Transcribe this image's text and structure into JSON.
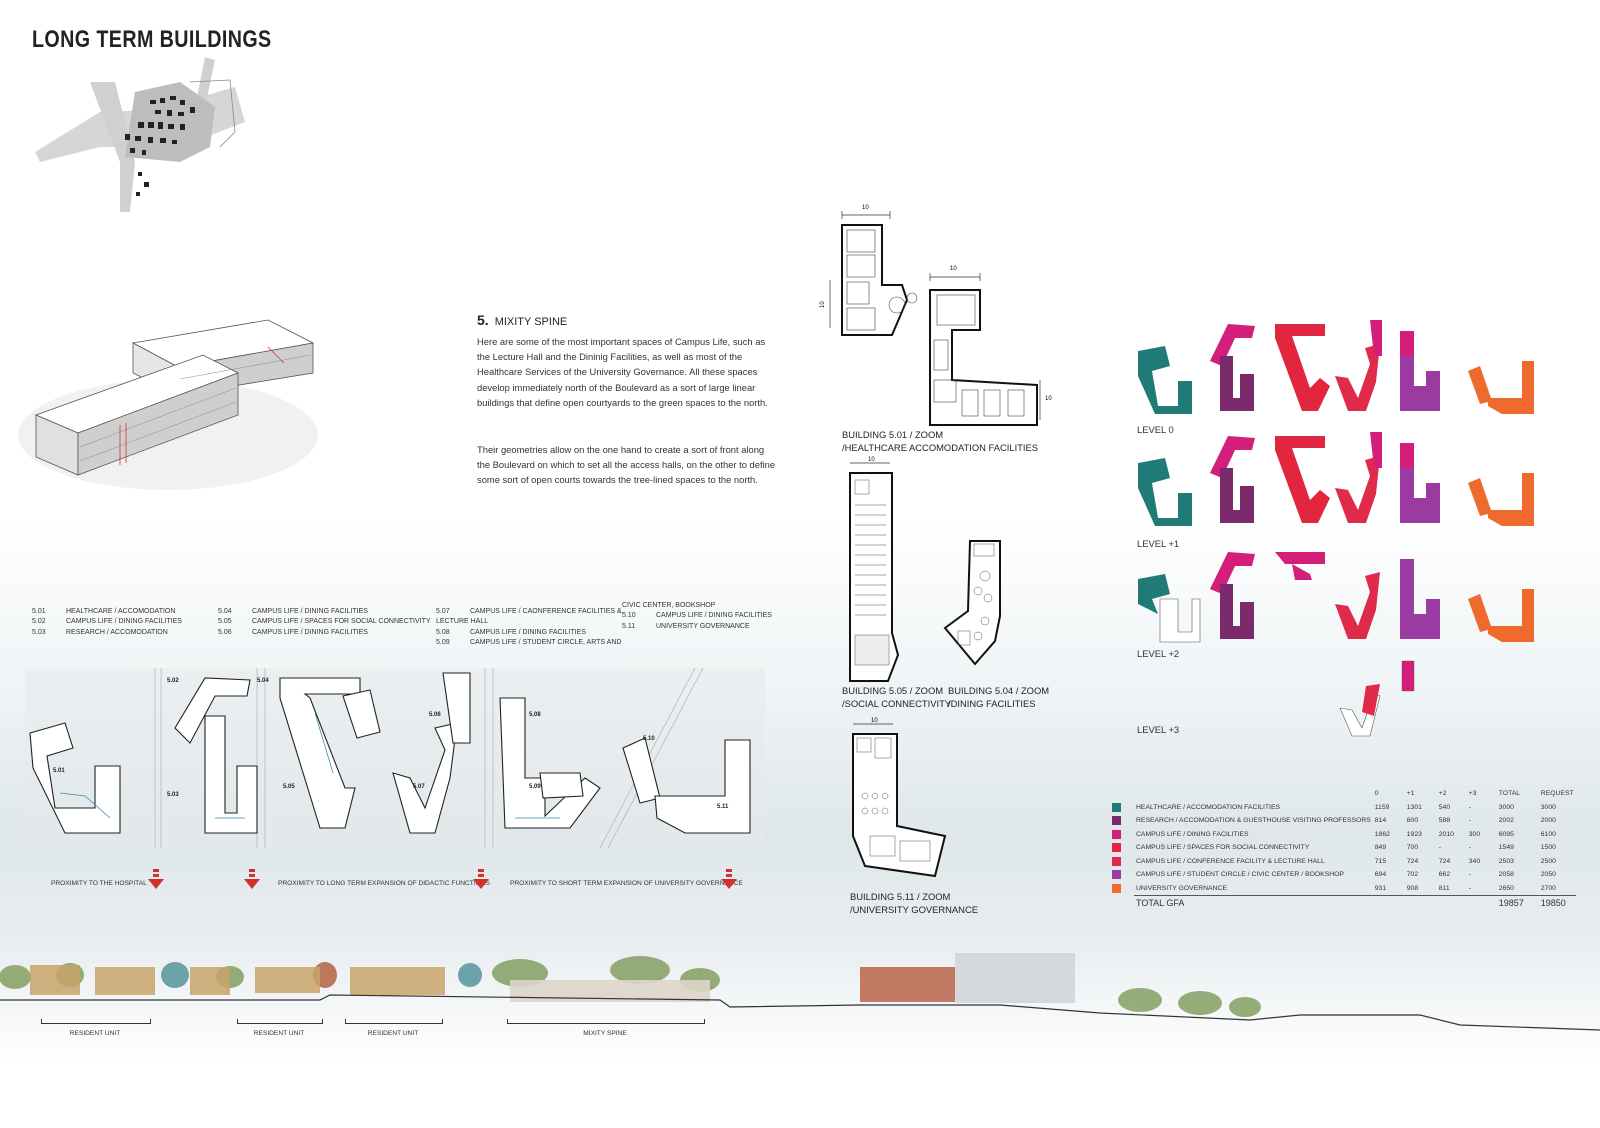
{
  "page": {
    "title": "LONG TERM BUILDINGS"
  },
  "section": {
    "number": "5.",
    "name": "MIXITY SPINE",
    "paragraph1": "Here are some of the most important spaces of Campus Life, such as the Lecture Hall and the Dininig Facilities, as well as most of the Healthcare Services of the University Governance. All these spaces develop immediately north of the Boulevard as a sort of large linear buildings that define open courtyards to the green spaces to the north.",
    "paragraph2": "Their geometries allow on the one hand to create a sort of front along the Boulevard on which to set all the access halls, on the other to define some sort of open courts towards the tree-lined spaces to the north."
  },
  "legend": {
    "col1": [
      {
        "code": "5.01",
        "text": "HEALTHCARE / ACCOMODATION"
      },
      {
        "code": "5.02",
        "text": "CAMPUS LIFE / DINING FACILITIES"
      },
      {
        "code": "5.03",
        "text": "RESEARCH / ACCOMODATION"
      }
    ],
    "col2": [
      {
        "code": "5.04",
        "text": "CAMPUS LIFE / DINING FACILITIES"
      },
      {
        "code": "5.05",
        "text": "CAMPUS LIFE / SPACES FOR SOCIAL CONNECTIVITY"
      },
      {
        "code": "5.06",
        "text": "CAMPUS LIFE / DINING FACILITIES"
      }
    ],
    "col3": [
      {
        "code": "5.07",
        "text": "CAMPUS LIFE / CAONFERENCE FACILITIES & "
      },
      {
        "code": "",
        "text": "LECTURE HALL"
      },
      {
        "code": "5.08",
        "text": "CAMPUS LIFE / DINING FACILITIES"
      },
      {
        "code": "5.09",
        "text": "CAMPUS LIFE / STUDENT CIRCLE, ARTS AND"
      }
    ],
    "col4": [
      {
        "code": "",
        "text": "CIVIC CENTER, BOOKSHOP"
      },
      {
        "code": "5.10",
        "text": "CAMPUS LIFE / DINING FACILITIES"
      },
      {
        "code": "5.11",
        "text": "UNIVERSITY GOVERNANCE"
      }
    ]
  },
  "plan_tags": {
    "t501": "5.01",
    "t502": "5.02",
    "t503": "5.03",
    "t504": "5.04",
    "t505": "5.05",
    "t506": "5.06",
    "t507": "5.07",
    "t508": "5.08",
    "t509": "5.09",
    "t510": "5.10",
    "t511": "5.11"
  },
  "proximity": {
    "p1": "PROXIMITY TO THE HOSPITAL",
    "p2": "PROXIMITY TO LONG TERM EXPANSION OF DIDACTIC FUNCTIONS",
    "p3": "PROXIMITY TO SHORT TERM EXPANSION OF UNIVERSITY GOVERNANCE"
  },
  "section_labels": {
    "r1": "RESIDENT UNIT",
    "r2": "RESIDENT UNIT",
    "r3": "RESIDENT UNIT",
    "spine": "MIXITY SPINE"
  },
  "buildings": {
    "b501": {
      "line1": "BUILDING 5.01 / ZOOM",
      "line2": "/HEALTHCARE ACCOMODATION FACILITIES"
    },
    "b505": {
      "line1": "BUILDING 5.05 / ZOOM",
      "line2": "/SOCIAL CONNECTIVITY"
    },
    "b504": {
      "line1": "BUILDING 5.04 / ZOOM",
      "line2": "/DINING FACILITIES"
    },
    "b511": {
      "line1": "BUILDING 5.11 / ZOOM",
      "line2": "/UNIVERSITY GOVERNANCE"
    }
  },
  "dimensions": {
    "ten": "10"
  },
  "levels": {
    "l0": "LEVEL 0",
    "l1": "LEVEL +1",
    "l2": "LEVEL +2",
    "l3": "LEVEL +3"
  },
  "colors": {
    "healthcare": "#1f7a78",
    "research": "#7b2a6b",
    "dining": "#d41f7a",
    "social": "#e3263f",
    "conference": "#e02a4a",
    "student": "#9b3aa0",
    "governance": "#ee6a2d",
    "arrow": "#d2302a"
  },
  "gfa_table": {
    "headers": [
      "0",
      "+1",
      "+2",
      "+3",
      "TOTAL",
      "REQUEST"
    ],
    "rows": [
      {
        "name": "HEALTHCARE / ACCOMODATION FACILITIES",
        "color": "#1f7a78",
        "v": [
          "1159",
          "1301",
          "540",
          "-",
          "3000",
          "3000"
        ]
      },
      {
        "name": "RESEARCH / ACCOMODATION & GUESTHOUSE VISITING PROFESSORS",
        "color": "#7b2a6b",
        "v": [
          "814",
          "600",
          "588",
          "-",
          "2002",
          "2000"
        ]
      },
      {
        "name": "CAMPUS LIFE / DINING FACILITIES",
        "color": "#d41f7a",
        "v": [
          "1862",
          "1923",
          "2010",
          "300",
          "6095",
          "6100"
        ]
      },
      {
        "name": "CAMPUS LIFE / SPACES FOR SOCIAL CONNECTIVITY",
        "color": "#e3263f",
        "v": [
          "849",
          "700",
          "-",
          "-",
          "1549",
          "1500"
        ]
      },
      {
        "name": "CAMPUS LIFE / CONFERENCE FACILITY & LECTURE HALL",
        "color": "#e02a4a",
        "v": [
          "715",
          "724",
          "724",
          "340",
          "2503",
          "2500"
        ]
      },
      {
        "name": "CAMPUS LIFE / STUDENT CIRCLE / CIVIC CENTER / BOOKSHOP",
        "color": "#9b3aa0",
        "v": [
          "694",
          "702",
          "662",
          "-",
          "2058",
          "2050"
        ]
      },
      {
        "name": "UNIVERSITY GOVERNANCE",
        "color": "#ee6a2d",
        "v": [
          "931",
          "908",
          "811",
          "-",
          "2650",
          "2700"
        ]
      }
    ],
    "total_label": "TOTAL GFA",
    "total": "19857",
    "total_request": "19850"
  }
}
